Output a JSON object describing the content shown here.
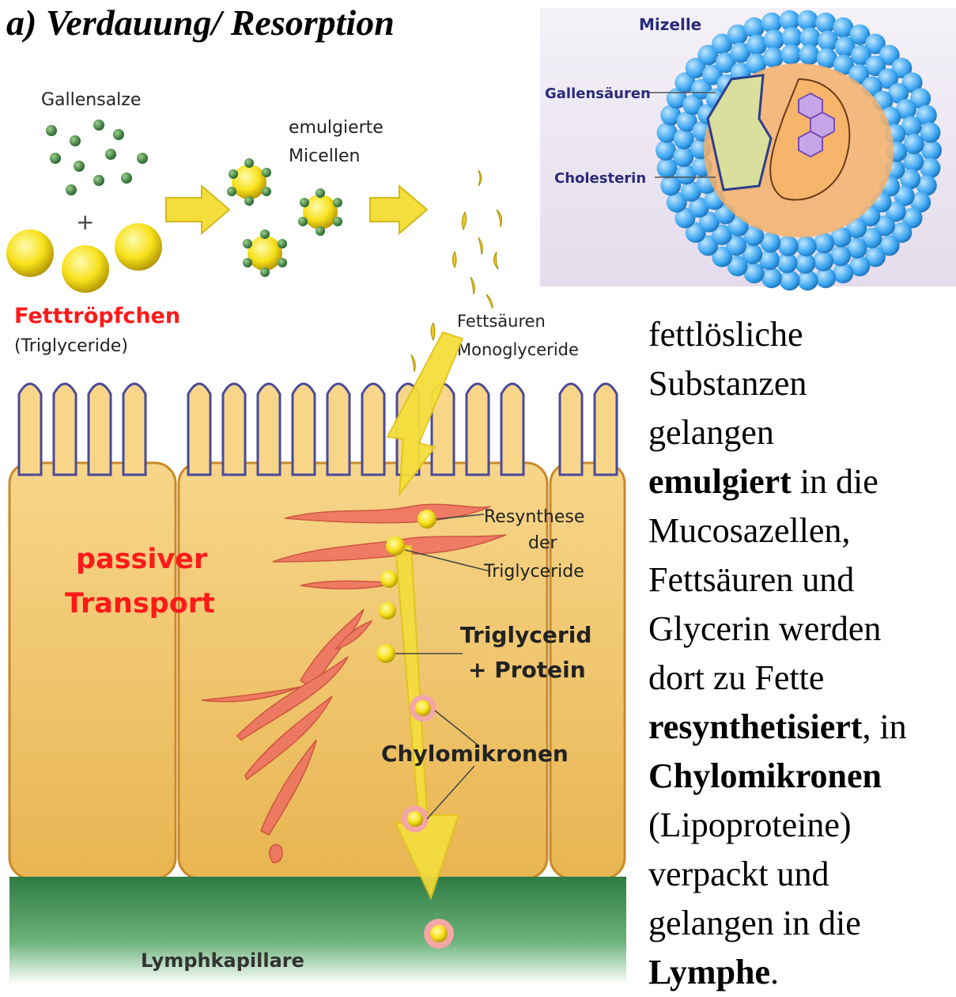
{
  "title": "a) Verdauung/ Resorption",
  "labels": {
    "gallensalze": "Gallensalze",
    "emulgierte": "emulgierte",
    "micellen": "Micellen",
    "plus": "+",
    "fetttropfchen": "Fetttröpfchen",
    "triglyceride_paren": "(Triglyceride)",
    "fettsaeuren": "Fettsäuren",
    "monoglyceride": "Monoglyceride",
    "passiver": "passiver",
    "transport": "Transport",
    "resynthese": "Resynthese",
    "der": "der",
    "triglyceride": "Triglyceride",
    "triglycerid": "Triglycerid",
    "plus_protein": "+ Protein",
    "chylomikronen": "Chylomikronen",
    "lymphkapillare": "Lymphkapillare"
  },
  "inset": {
    "mizelle": "Mizelle",
    "gallensaeuren": "Gallensäuren",
    "cholesterin": "Cholesterin"
  },
  "text": {
    "l1": "fettlösliche",
    "l2": "Substanzen",
    "l3": "gelangen",
    "l4_bold": "emulgiert",
    "l4_rest": " in die",
    "l5": "Mucosazellen,",
    "l6": "Fettsäuren und",
    "l7": "Glycerin werden",
    "l8": "dort zu Fette",
    "l9_bold": "resynthetisiert",
    "l9_rest": ", in",
    "l10_bold": "Chylomikronen",
    "l11": "(Lipoproteine)",
    "l12": "verpackt und",
    "l13": "gelangen in die",
    "l14_bold": "Lymphe",
    "l14_rest": "."
  },
  "colors": {
    "red_label": "#ff1a1a",
    "cell_fill": "#f2c76a",
    "membrane": "#4a4a9a",
    "lymph": "#3e9a5a",
    "arrow": "#f4de3c"
  }
}
